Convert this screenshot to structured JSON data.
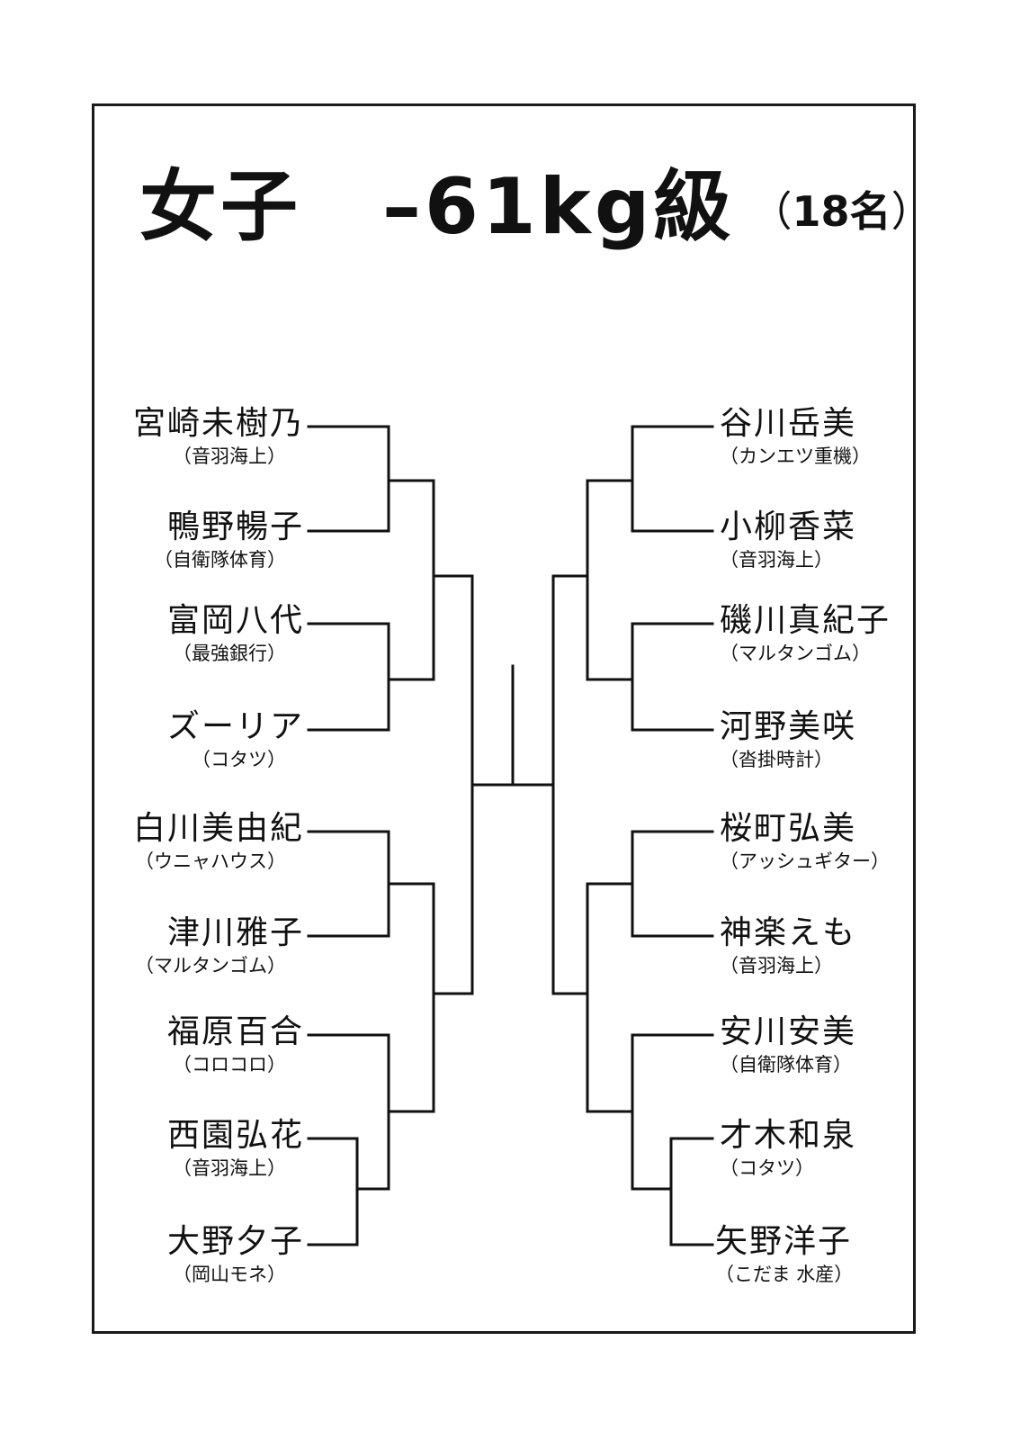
{
  "title": {
    "main": "女子　–61kg級",
    "count_open": "（",
    "count": "18名",
    "count_close": "）"
  },
  "left": [
    {
      "name": "宮崎未樹乃",
      "club": "（音羽海上）"
    },
    {
      "name": "鴨野暢子",
      "club": "（自衛隊体育）"
    },
    {
      "name": "富岡八代",
      "club": "（最強銀行）"
    },
    {
      "name": "ズーリア",
      "club": "（コタツ）"
    },
    {
      "name": "白川美由紀",
      "club": "（ウニャハウス）"
    },
    {
      "name": "津川雅子",
      "club": "（マルタンゴム）"
    },
    {
      "name": "福原百合",
      "club": "（コロコロ）"
    },
    {
      "name": "西園弘花",
      "club": "（音羽海上）"
    },
    {
      "name": "大野夕子",
      "club": "（岡山モネ）"
    }
  ],
  "right": [
    {
      "name": "谷川岳美",
      "club": "（カンエツ重機）"
    },
    {
      "name": "小柳香菜",
      "club": "（音羽海上）"
    },
    {
      "name": "磯川真紀子",
      "club": "（マルタンゴム）"
    },
    {
      "name": "河野美咲",
      "club": "（沓掛時計）"
    },
    {
      "name": "桜町弘美",
      "club": "（アッシュギター）"
    },
    {
      "name": "神楽えも",
      "club": "（音羽海上）"
    },
    {
      "name": "安川安美",
      "club": "（自衛隊体育）"
    },
    {
      "name": "才木和泉",
      "club": "（コタツ）"
    },
    {
      "name": "矢野洋子",
      "club": "（こだま 水産）"
    }
  ]
}
